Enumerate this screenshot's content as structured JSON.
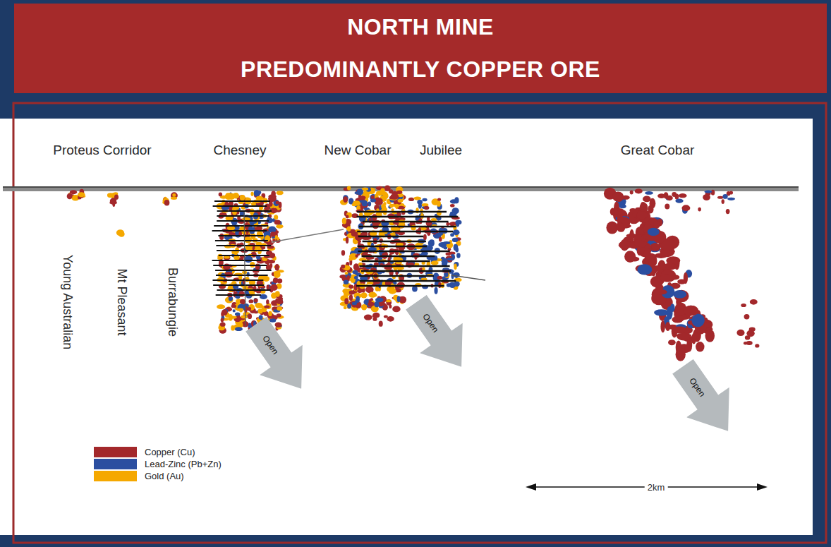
{
  "diagram": {
    "nodes": [
      {
        "text": [
          "NORTH MINE",
          "PREDOMINANTLY COPPER ORE"
        ]
      },
      {
        "text": [
          "Open"
        ]
      },
      {
        "text": [
          "Open"
        ]
      },
      {
        "text": [
          "Open"
        ]
      }
    ],
    "labels": [
      "Proteus Corridor",
      "Chesney",
      "New Cobar",
      "Jubilee",
      "Great Cobar",
      "Young Australian",
      "Mt Pleasant",
      "Burrabungie",
      "2km"
    ],
    "legend": [
      {
        "text": "Copper (Cu)",
        "color": "#a3282b"
      },
      {
        "text": "Lead-Zinc (Pb+Zn)",
        "color": "#2b4ea0"
      },
      {
        "text": "Gold (Au)",
        "color": "#f5a800"
      }
    ]
  }
}
